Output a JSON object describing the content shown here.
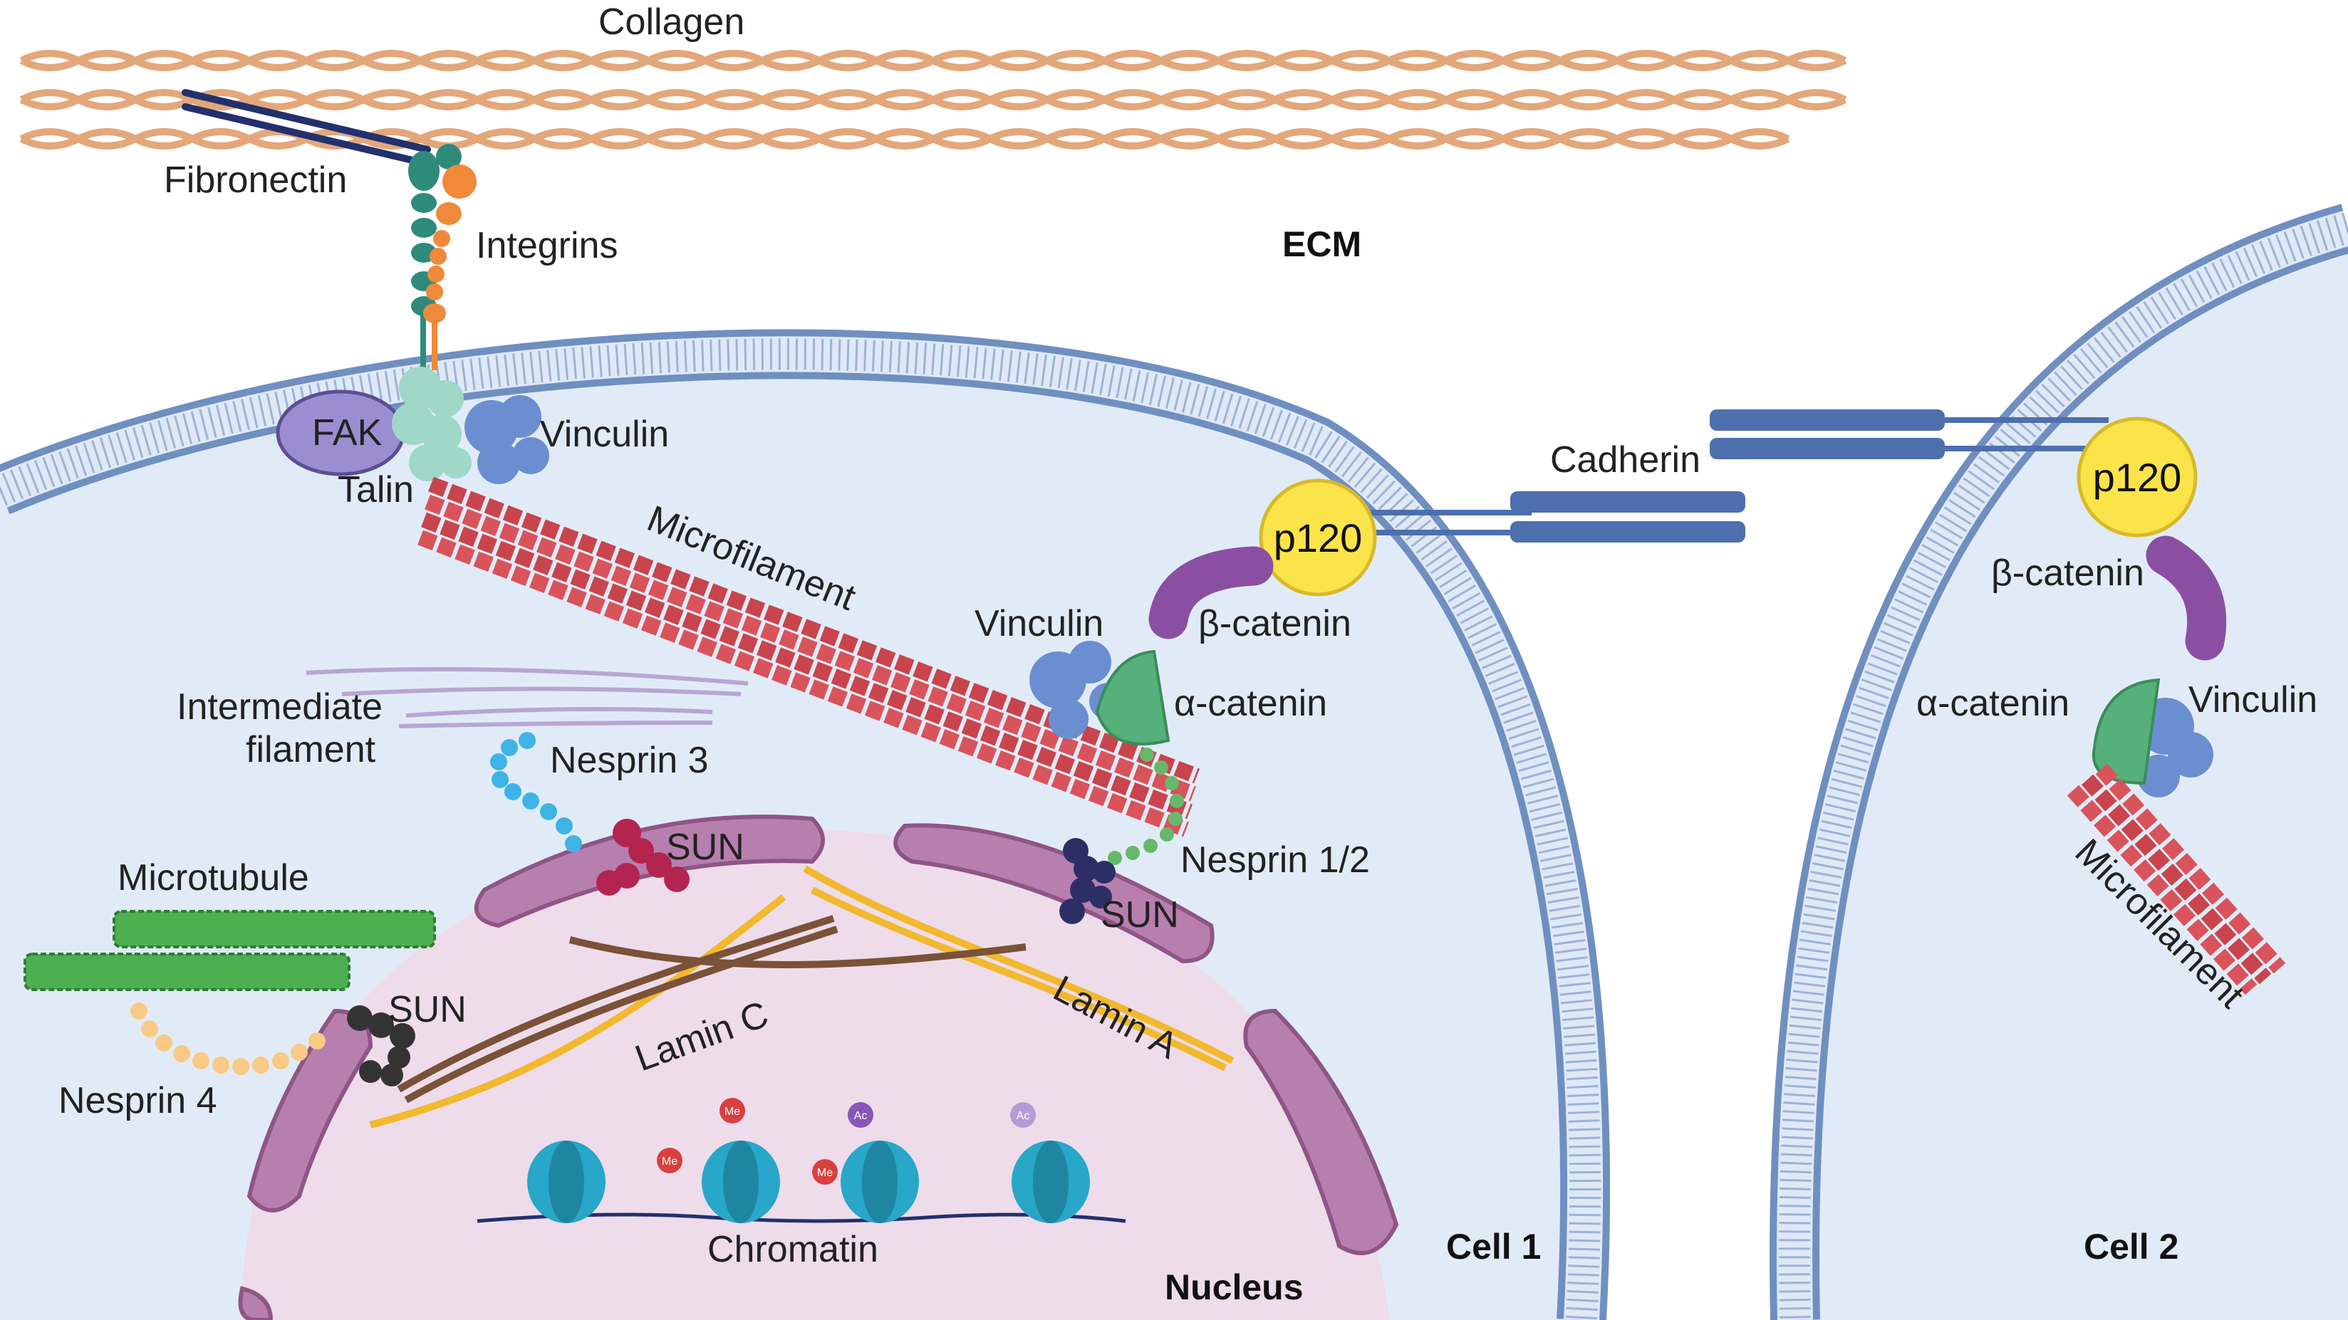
{
  "labels": {
    "collagen": "Collagen",
    "fibronectin": "Fibronectin",
    "integrins": "Integrins",
    "ecm": "ECM",
    "fak": "FAK",
    "vinculin_top": "Vinculin",
    "talin": "Talin",
    "microfilament_1": "Microfilament",
    "cadherin": "Cadherin",
    "p120_1": "p120",
    "p120_2": "p120",
    "vinculin_mid": "Vinculin",
    "beta_catenin_1": "β-catenin",
    "alpha_catenin_1": "α-catenin",
    "beta_catenin_2": "β-catenin",
    "alpha_catenin_2": "α-catenin",
    "vinculin_cell2": "Vinculin",
    "microfilament_2": "Microfilament",
    "intermediate_filament_line1": "Intermediate",
    "intermediate_filament_line2": "filament",
    "nesprin_3": "Nesprin 3",
    "sun_1": "SUN",
    "sun_2": "SUN",
    "sun_3": "SUN",
    "nesprin_12": "Nesprin 1/2",
    "microtubule": "Microtubule",
    "nesprin_4": "Nesprin 4",
    "lamin_c": "Lamin C",
    "lamin_a": "Lamin A",
    "chromatin": "Chromatin",
    "cell_1": "Cell 1",
    "cell_2": "Cell 2",
    "nucleus": "Nucleus",
    "me_1": "Me",
    "me_2": "Me",
    "me_3": "Me",
    "ac_1": "Ac",
    "ac_2": "Ac"
  },
  "colors": {
    "collagen": "#e3a77a",
    "membrane": "#6f8fc0",
    "cytoplasm": "#e1ebf7",
    "nucleoplasm": "#eedcea",
    "nuclear_envelope": "#a86b9c",
    "microfilament": "#d9535b",
    "microtubule": "#4caf50",
    "integrin_a": "#2e8b7c",
    "integrin_b": "#f08a3a",
    "talin": "#9fd8c6",
    "vinculin": "#6b8ed1",
    "fak": "#9b8ed0",
    "cadherin": "#4e6fae",
    "p120": "#fbe34a",
    "beta_catenin": "#8a4fa3",
    "alpha_catenin": "#55b07a",
    "lamin_a": "#f2b82e",
    "lamin_c": "#7a5238",
    "nesprin_3": "#3fb3e6",
    "nesprin_12": "#67b86b",
    "nesprin_4": "#f9c985",
    "sun_red": "#b32450",
    "sun_dark": "#2e2e66",
    "sun_black": "#333333",
    "nucleosome": "#28a7c8",
    "methyl": "#d94040",
    "acetyl": "#8a56b8",
    "intermediate_filament": "#b9a4d4"
  }
}
